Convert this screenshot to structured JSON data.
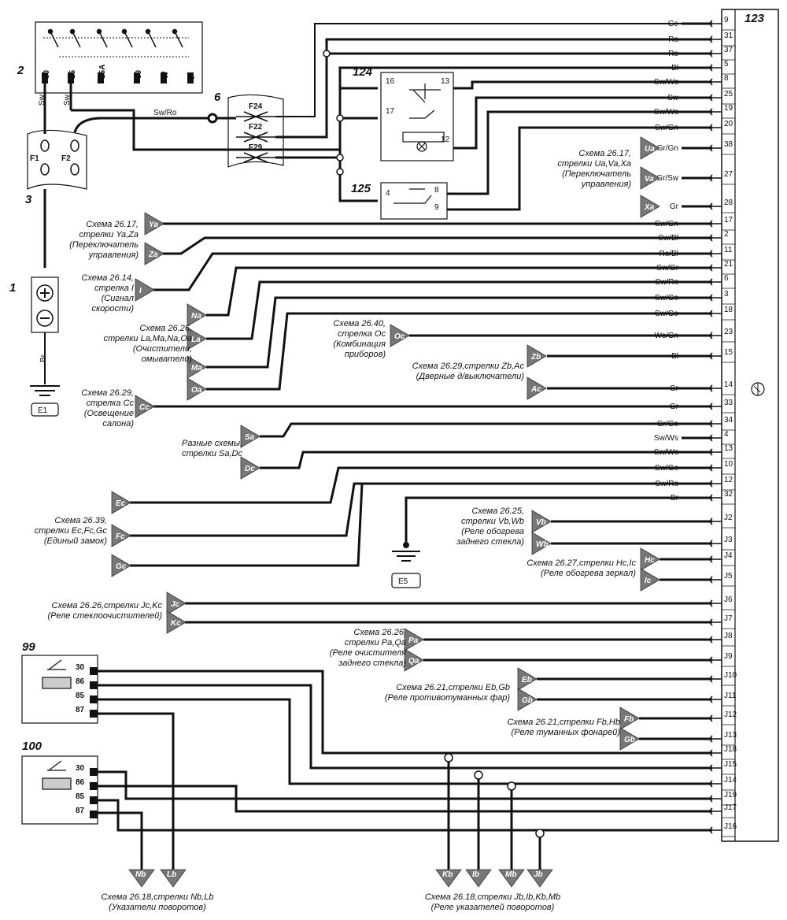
{
  "components": {
    "c123": "123",
    "c124": "124",
    "c125": "125",
    "c2": "2",
    "c3": "3",
    "c1": "1",
    "c6": "6",
    "c99": "99",
    "c100": "100",
    "e1": "E1",
    "e5": "E5",
    "f1": "F1",
    "f2": "F2",
    "fuses": [
      "F24",
      "F22",
      "F29"
    ],
    "ign_pins": [
      "30",
      "15",
      "15A",
      "50",
      "W",
      "P"
    ],
    "sw_ro": "Sw/Ro",
    "sw1": "Sw",
    "sw2": "Sw",
    "br": "Br",
    "relay124": {
      "p16": "16",
      "p13": "13",
      "p17": "17",
      "p12": "12"
    },
    "relay125": {
      "p4": "4",
      "p8": "8",
      "p9": "9"
    },
    "relay_pins": [
      "30",
      "86",
      "85",
      "87"
    ]
  },
  "connector_rows": [
    {
      "color": "Ge",
      "pin": "9"
    },
    {
      "color": "Ro",
      "pin": "31"
    },
    {
      "color": "Ro",
      "pin": "37"
    },
    {
      "color": "Bl",
      "pin": "5"
    },
    {
      "color": "Sw/Ws",
      "pin": "8"
    },
    {
      "color": "Sw",
      "pin": "25"
    },
    {
      "color": "Sw/Ws",
      "pin": "19"
    },
    {
      "color": "Sw/Gn",
      "pin": "20"
    },
    {
      "color": "Gr/Gn",
      "pin": "38"
    },
    {
      "color": "Gr/Sw",
      "pin": "27"
    },
    {
      "color": "Gr",
      "pin": "28"
    },
    {
      "color": "Sw/Gn",
      "pin": "17"
    },
    {
      "color": "Sw/Bl",
      "pin": "2"
    },
    {
      "color": "Ro/Bl",
      "pin": "11"
    },
    {
      "color": "Sw/Gr",
      "pin": "21"
    },
    {
      "color": "Sw/Ro",
      "pin": "6"
    },
    {
      "color": "Sw/Ge",
      "pin": "3"
    },
    {
      "color": "Sw/Ge",
      "pin": "18"
    },
    {
      "color": "Ws/Gn",
      "pin": "23"
    },
    {
      "color": "Bl",
      "pin": "15"
    },
    {
      "color": "Gr",
      "pin": "14"
    },
    {
      "color": "Gr",
      "pin": "33"
    },
    {
      "color": "Gr/Ge",
      "pin": "34"
    },
    {
      "color": "Sw/Ws",
      "pin": "4"
    },
    {
      "color": "Sw/Ws",
      "pin": "13"
    },
    {
      "color": "Sw/Ge",
      "pin": "10"
    },
    {
      "color": "Sw/Ro",
      "pin": "12"
    },
    {
      "color": "Br",
      "pin": "32"
    },
    {
      "color": "",
      "pin": "J2"
    },
    {
      "color": "",
      "pin": "J3"
    },
    {
      "color": "",
      "pin": "J4"
    },
    {
      "color": "",
      "pin": "J5"
    },
    {
      "color": "",
      "pin": "J6"
    },
    {
      "color": "",
      "pin": "J7"
    },
    {
      "color": "",
      "pin": "J8"
    },
    {
      "color": "",
      "pin": "J9"
    },
    {
      "color": "",
      "pin": "J10"
    },
    {
      "color": "",
      "pin": "J11"
    },
    {
      "color": "",
      "pin": "J12"
    },
    {
      "color": "",
      "pin": "J13"
    },
    {
      "color": "",
      "pin": "J18"
    },
    {
      "color": "",
      "pin": "J15"
    },
    {
      "color": "",
      "pin": "J14"
    },
    {
      "color": "",
      "pin": "J19"
    },
    {
      "color": "",
      "pin": "J17"
    },
    {
      "color": "",
      "pin": "J16"
    }
  ],
  "arrows": [
    "Ua",
    "Va",
    "Xa",
    "Ya",
    "Za",
    "I",
    "Na",
    "La",
    "Ma",
    "Oa",
    "Oc",
    "Zb",
    "Ac",
    "Cc",
    "Sa",
    "Dc",
    "Ec",
    "Fc",
    "Gc",
    "Vb",
    "Wb",
    "Hc",
    "Ic",
    "Jc",
    "Kc",
    "Pa",
    "Qa",
    "Eb",
    "Gb",
    "Fb",
    "Gb",
    "Nb",
    "Lb",
    "Kb",
    "Ib",
    "Mb",
    "Jb"
  ],
  "notes": [
    [
      "Схема 26.17,",
      "стрелки Ua,Va,Xa",
      "(Переключатель",
      "управления)"
    ],
    [
      "Схема 26.17,",
      "стрелки Ya,Za",
      "(Переключатель",
      "управления)"
    ],
    [
      "Схема 26.14,",
      "стрелка I",
      "(Сигнал",
      "скорости)"
    ],
    [
      "Схема 26.26,",
      "стрелки La,Ma,Na,Oa",
      "(Очистители,",
      "омыватели)"
    ],
    [
      "Схема 26.40,",
      "стрелка Oc",
      "(Комбинация",
      "приборов)"
    ],
    [
      "Схема 26.29,стрелки Zb,Ac",
      "(Дверные д/выключатели)"
    ],
    [
      "Схема 26.29,",
      "стрелка Cc",
      "(Освещение",
      "салона)"
    ],
    [
      "Разные схемы,",
      "стрелки Sa,Dc"
    ],
    [
      "Схема 26.39,",
      "стрелки Ec,Fc,Gc",
      "(Единый замок)"
    ],
    [
      "Схема 26.25,",
      "стрелки Vb,Wb",
      "(Реле обогрева",
      "заднего стекла)"
    ],
    [
      "Схема 26.27,стрелки Hc,Ic",
      "(Реле обогрева зеркал)"
    ],
    [
      "Схема 26.26,стрелки Jc,Kc",
      "(Реле стеклоочистителей)"
    ],
    [
      "Схема 26.26,",
      "стрелки Pa,Qa",
      "(Реле очистителя",
      "заднего стекла)"
    ],
    [
      "Схема 26.21,стрелки Eb,Gb",
      "(Реле противотуманных фар)"
    ],
    [
      "Схема 26.21,стрелки Fb,Hb",
      "(Реле туманных фонарей)"
    ],
    [
      "Схема 26.18,стрелки Nb,Lb",
      "(Указатели поворотов)"
    ],
    [
      "Схема 26.18,стрелки Jb,Ib,Kb,Mb",
      "(Реле указателей поворотов)"
    ]
  ]
}
